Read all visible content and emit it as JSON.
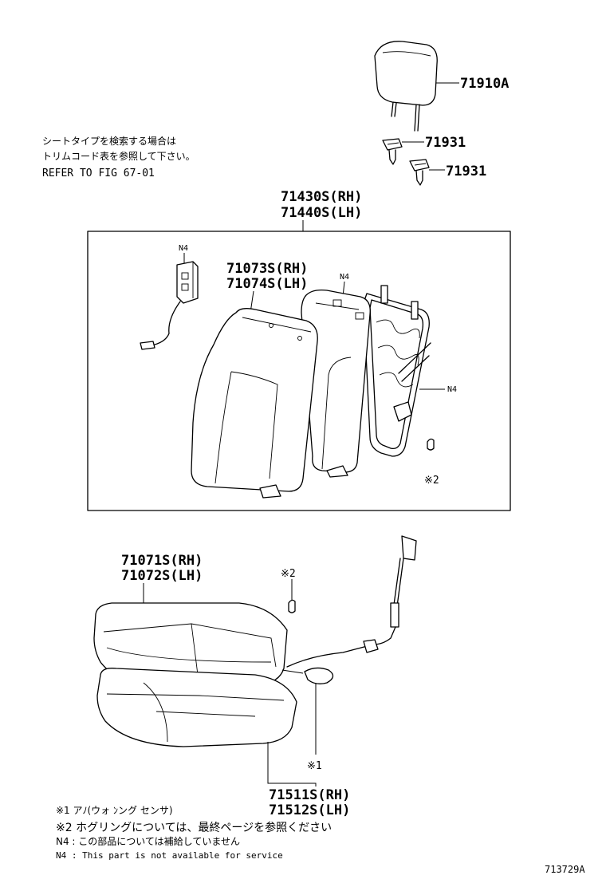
{
  "parts": {
    "headrest": "71910A",
    "headrest_support_1": "71931",
    "headrest_support_2": "71931",
    "back_assembly_rh": "71430S(RH)",
    "back_assembly_lh": "71440S(LH)",
    "back_cover_rh": "71073S(RH)",
    "back_cover_lh": "71074S(LH)",
    "cushion_cover_rh": "71071S(RH)",
    "cushion_cover_lh": "71072S(LH)",
    "cushion_pad_rh": "71511S(RH)",
    "cushion_pad_lh": "71512S(LH)"
  },
  "markers": {
    "n4_switch": "N4",
    "n4_pad": "N4",
    "n4_frame": "N4",
    "hog_ring_back": "※2",
    "hog_ring_cushion": "※2",
    "sensor": "※1"
  },
  "refer": {
    "line1": "シートタイプを検索する場合は",
    "line2": "トリムコード表を参照して下さい。",
    "line3": "REFER TO FIG 67-01"
  },
  "notes": {
    "note1": "※1 アﾉ(ウォ  ﾝング センサ)",
    "note2": "※2  ホグリングについては、最終ページを参照ください",
    "note3": "N4 : この部品については補給していません",
    "note4": "N4 : This part is not available for service"
  },
  "diagram_id": "713729A"
}
